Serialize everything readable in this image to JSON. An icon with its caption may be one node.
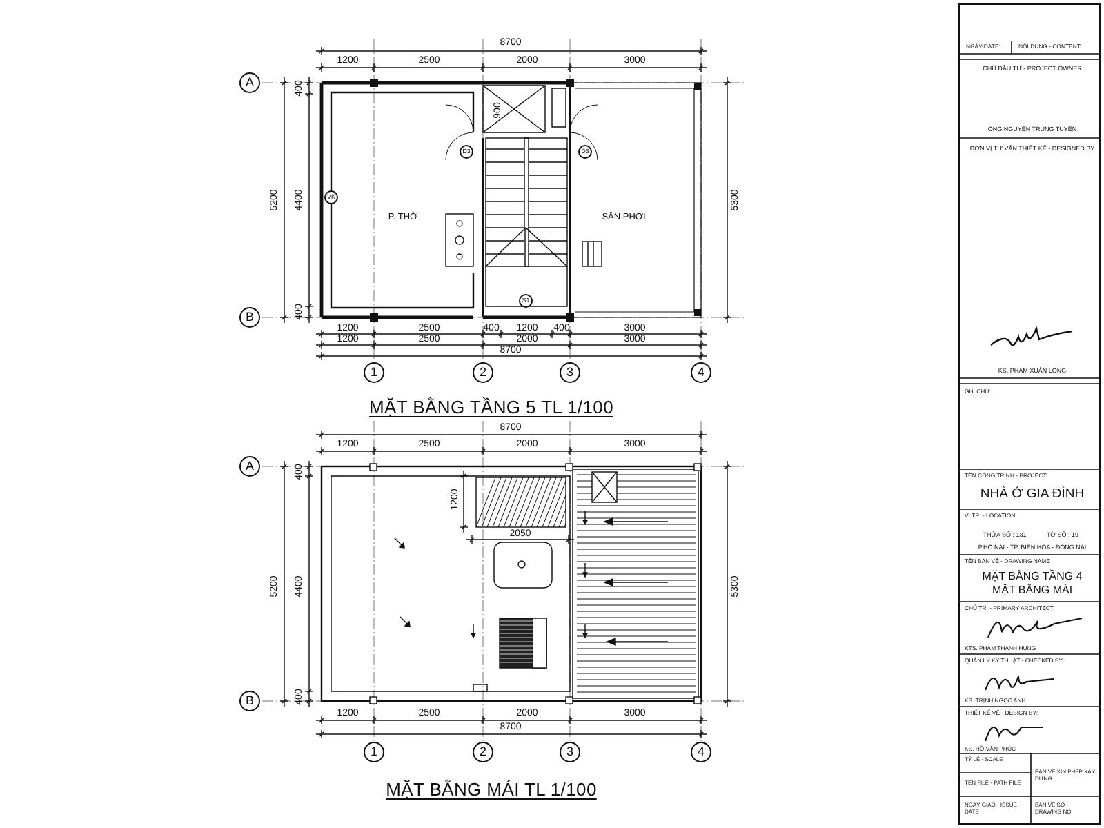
{
  "diagram": {
    "labels": [
      "8700",
      "1200",
      "2500",
      "2000",
      "3000",
      "A",
      "400",
      "5200",
      "4400",
      "400",
      "5300",
      "900",
      "D3",
      "D3",
      "VK",
      "P. THỜ",
      "SÂN PHƠI",
      "S1",
      "B",
      "1200",
      "2500",
      "400",
      "1200",
      "400",
      "3000",
      "1200",
      "2500",
      "2000",
      "3000",
      "8700",
      "1",
      "2",
      "3",
      "4",
      "MẶT BẰNG TẦNG 5 TL 1/100",
      "8700",
      "1200",
      "2500",
      "2000",
      "3000",
      "A",
      "400",
      "5200",
      "4400",
      "400",
      "1200",
      "2050",
      "5300",
      "B",
      "1200",
      "2500",
      "2000",
      "3000",
      "8700",
      "1",
      "2",
      "3",
      "4",
      "MẶT BẰNG MÁI TL 1/100",
      "NGÀY-DATE:",
      "NỘI DUNG - CONTENT:",
      "CHỦ ĐẦU TƯ - PROJECT OWNER",
      "ÔNG NGUYỄN TRUNG TUYẾN",
      "ĐƠN VỊ TƯ VẤN THIẾT KẾ - DESIGNED BY",
      "KS. PHẠM XUÂN LONG",
      "GHI CHÚ:",
      "TÊN CÔNG TRÌNH - PROJECT:",
      "NHÀ Ở GIA ĐÌNH",
      "VỊ TRÍ - LOCATION:",
      "THỬA SỐ : 131",
      "TỜ SỐ : 19",
      "P.HỐ NAI - TP. BIÊN HÒA - ĐỒNG NAI",
      "TÊN BẢN VẼ - DRAWING NAME",
      "MẶT BẰNG TẦNG 4",
      "MẶT BẰNG MÁI",
      "CHỦ TRÌ - PRIMARY ARCHITECT:",
      "KTS. PHẠM THANH HÙNG",
      "QUẢN LÝ KỸ THUẬT - CHECKED BY:",
      "KS. TRỊNH NGỌC ANH",
      "THIẾT KẾ VẼ - DESIGN BY:",
      "KS. HỒ VĂN PHÚC",
      "TỶ LỆ - SCALE",
      "BẢN VẼ XIN PHÉP XÂY DỰNG",
      "TÊN FILE - PATH FILE",
      "NGÀY GIAO - ISSUE DATE",
      "BẢN VẼ SỐ - DRAWING NO"
    ]
  }
}
